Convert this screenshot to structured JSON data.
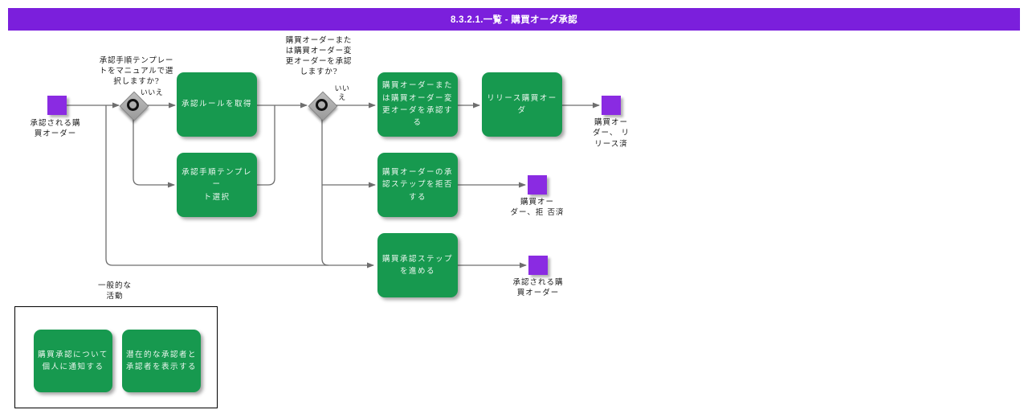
{
  "title": "8.3.2.1.一覧 - 購買オーダ承認",
  "colors": {
    "header_bg": "#7B1FDC",
    "event_purple": "#8A2BE2",
    "activity_green": "#17994F",
    "connector_gray": "#6E6E6E",
    "gateway_gray": "#A8A8A8"
  },
  "events": {
    "start": {
      "label": "承認される購\n買オーダー"
    },
    "released": {
      "label": "購買オー\nダー、 リ\nリース済"
    },
    "rejected": {
      "label": "購買オー\nダー、拒 否済"
    },
    "approved": {
      "label": "承認される購\n買オーダー"
    }
  },
  "gateways": {
    "manual_select": {
      "question": "承認手順テンプレー\nトをマニュアルで選\n択しますか?",
      "branch": "いいえ"
    },
    "approve_po": {
      "question": "購買オーダーまた\nは購買オーダー変\n更オーダーを承認\nしますか?",
      "branch": "いい\nえ"
    }
  },
  "activities": {
    "get_rules": {
      "label": "承認ルールを取得"
    },
    "select_template": {
      "label": "承認手順テンプレー\nト選択"
    },
    "approve": {
      "label": "購買オーダーまた\nは購買オーダー変\n更オーダを承認す\nる"
    },
    "release": {
      "label": "リリース購買オー\nダ"
    },
    "reject": {
      "label": "購買オーダーの承\n認ステップを拒否\nする"
    },
    "advance": {
      "label": "購買承認ステップ\nを進める"
    }
  },
  "legend": {
    "title": "一般的な\n活動",
    "notify": {
      "label": "購買承認について\n個人に通知する"
    },
    "display": {
      "label": "潜在的な承認者と\n承認者を表示する"
    }
  }
}
